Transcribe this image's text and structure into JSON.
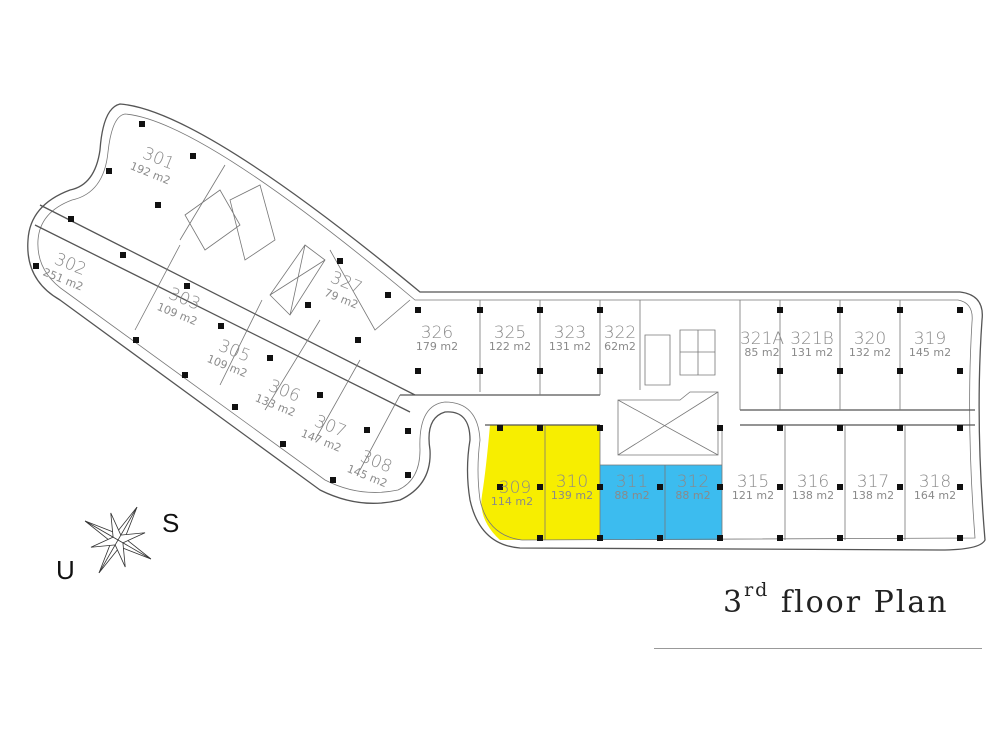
{
  "title": {
    "prefix": "3",
    "sup": "rd",
    "suffix": " floor Plan"
  },
  "compass": {
    "label_left": "U",
    "label_right": "S"
  },
  "colors": {
    "highlight_yellow": "#f7ee00",
    "highlight_blue": "#3cbcef"
  },
  "rooms": [
    {
      "number": "301",
      "area": "192 m2"
    },
    {
      "number": "302",
      "area": "251 m2"
    },
    {
      "number": "303",
      "area": "109 m2"
    },
    {
      "number": "305",
      "area": "109 m2"
    },
    {
      "number": "306",
      "area": "133 m2"
    },
    {
      "number": "307",
      "area": "147 m2"
    },
    {
      "number": "308",
      "area": "145 m2"
    },
    {
      "number": "327",
      "area": "79 m2"
    },
    {
      "number": "326",
      "area": "179 m2"
    },
    {
      "number": "325",
      "area": "122 m2"
    },
    {
      "number": "323",
      "area": "131 m2"
    },
    {
      "number": "322",
      "area": "62m2"
    },
    {
      "number": "321A",
      "area": "85 m2"
    },
    {
      "number": "321B",
      "area": "131 m2"
    },
    {
      "number": "320",
      "area": "132 m2"
    },
    {
      "number": "319",
      "area": "145 m2"
    },
    {
      "number": "309",
      "area": "114 m2",
      "highlight": "yellow"
    },
    {
      "number": "310",
      "area": "139 m2",
      "highlight": "yellow"
    },
    {
      "number": "311",
      "area": "88 m2",
      "highlight": "blue"
    },
    {
      "number": "312",
      "area": "88 m2",
      "highlight": "blue"
    },
    {
      "number": "315",
      "area": "121 m2"
    },
    {
      "number": "316",
      "area": "138 m2"
    },
    {
      "number": "317",
      "area": "138 m2"
    },
    {
      "number": "318",
      "area": "164 m2"
    }
  ]
}
